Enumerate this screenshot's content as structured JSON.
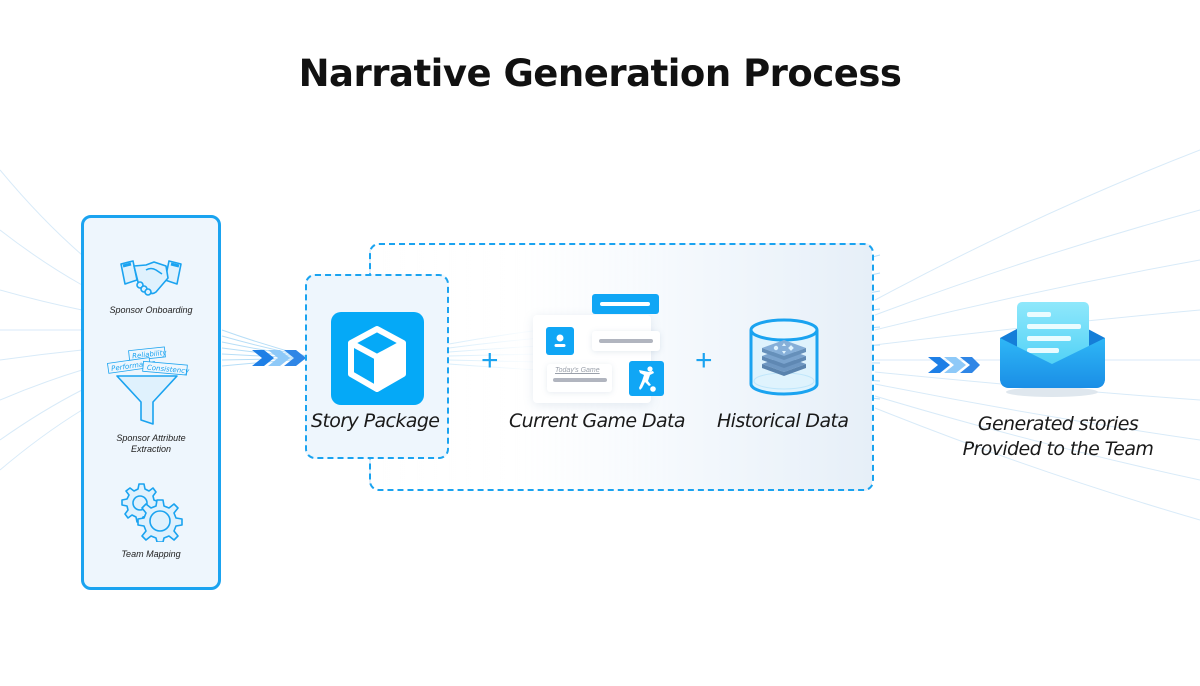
{
  "title": "Narrative Generation Process",
  "colors": {
    "accent": "#1aa3f0",
    "tile_blue": "#05a9f7",
    "panel_bg": "#eef6fd",
    "text": "#111111",
    "bar_gray": "#b1b5bf"
  },
  "left_panel": {
    "items": [
      {
        "label": "Sponsor Onboarding",
        "icon": "handshake-icon"
      },
      {
        "label": "Sponsor Attribute Extraction",
        "label_lines": [
          "Sponsor Attribute",
          "Extraction"
        ],
        "icon": "funnel-icon",
        "tags": [
          "Reliability",
          "Performance",
          "Consistency"
        ]
      },
      {
        "label": "Team Mapping",
        "icon": "gears-icon"
      }
    ]
  },
  "flow": {
    "story_package": {
      "label": "Story Package",
      "icon": "cube-icon"
    },
    "current_game_data": {
      "label": "Current Game Data",
      "icon": "game-cards-icon",
      "card_text": "Today's Game"
    },
    "historical_data": {
      "label": "Historical Data",
      "icon": "database-icon"
    },
    "operator": "+",
    "output": {
      "label_lines": [
        "Generated stories",
        "Provided to the Team"
      ],
      "icon": "envelope-icon"
    }
  }
}
